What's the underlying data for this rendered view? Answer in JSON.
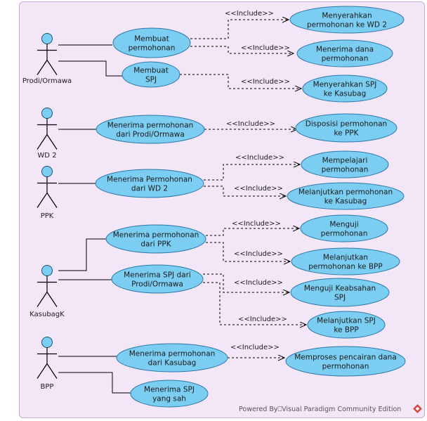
{
  "colors": {
    "background": "#f3e6f7",
    "usecase_fill": "#7ccdf2",
    "usecase_stroke": "#2c77a8",
    "actor_fill": "#7ccdf2",
    "line": "#000000",
    "logo": "#d9433a"
  },
  "include_label": "<<Include>>",
  "actors": [
    {
      "id": "prodi",
      "label": "Prodi/Ormawa"
    },
    {
      "id": "wd2",
      "label": "WD 2"
    },
    {
      "id": "ppk",
      "label": "PPK"
    },
    {
      "id": "kasubag",
      "label": "KasubagK"
    },
    {
      "id": "bpp",
      "label": "BPP"
    }
  ],
  "usecases": {
    "uc_membuat_permohonan": [
      "Membuat",
      "permohonan"
    ],
    "uc_membuat_spj": [
      "Membuat",
      "SPJ"
    ],
    "uc_menyerahkan_wd2": [
      "Menyerahkan",
      "permohonan ke WD 2"
    ],
    "uc_menerima_dana": [
      "Menerima dana",
      "permohonan"
    ],
    "uc_menyerahkan_spj": [
      "Menyerahkan SPJ",
      "ke Kasubag"
    ],
    "uc_wd2_menerima": [
      "Menerima permohonan",
      "dari Prodi/Ormawa"
    ],
    "uc_disposisi": [
      "Disposisi permohonan",
      "ke PPK"
    ],
    "uc_ppk_menerima": [
      "Menerima Permohonan",
      "dari WD 2"
    ],
    "uc_mempelajari": [
      "Mempelajari",
      "permohonan"
    ],
    "uc_ppk_melanjutkan": [
      "Melanjutkan permohonan",
      "ke Kasubag"
    ],
    "uc_kasubag_menerima_ppk": [
      "Menerima permohonan",
      "dari PPK"
    ],
    "uc_kasubag_menerima_spj": [
      "Menerima SPJ dari",
      "Prodi/Ormawa"
    ],
    "uc_menguji_permohonan": [
      "Menguji",
      "permohonan"
    ],
    "uc_kasubag_melanjutkan_bpp": [
      "Melanjutkan",
      "permohonan ke BPP"
    ],
    "uc_menguji_keabsahan": [
      "Menguji Keabsahan",
      "SPJ"
    ],
    "uc_melanjutkan_spj_bpp": [
      "Melanjutkan SPJ",
      "ke BPP"
    ],
    "uc_bpp_menerima": [
      "Menerima permohonan",
      "dari Kasubag"
    ],
    "uc_bpp_menerima_spj": [
      "Menerima SPJ",
      "yang sah"
    ],
    "uc_memproses": [
      "Memproses pencairan dana",
      "permohonan"
    ]
  },
  "footer": "Powered By⎕Visual Paradigm Community Edition"
}
